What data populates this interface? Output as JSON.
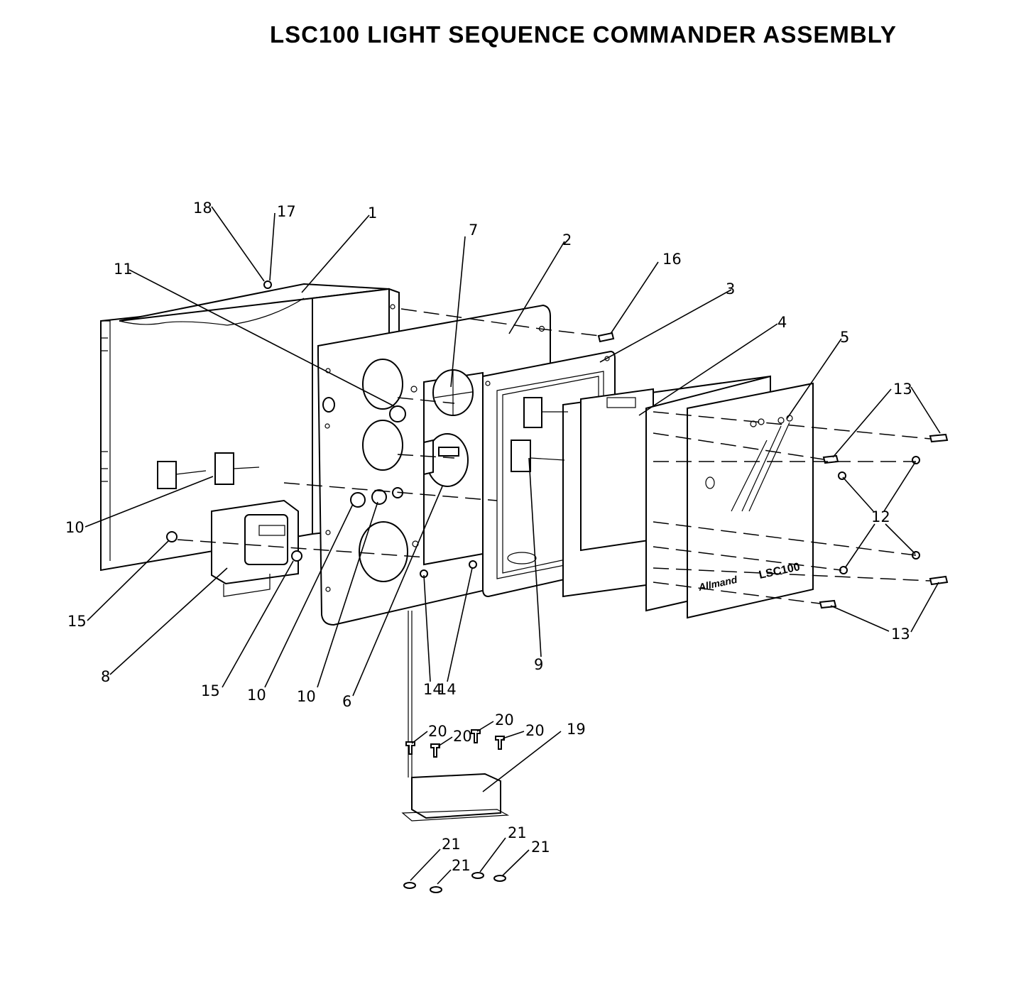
{
  "title": "LSC100 LIGHT SEQUENCE COMMANDER ASSEMBLY",
  "panel": {
    "model": "LSC100",
    "brand": "Allmand"
  },
  "callouts": {
    "c18": "18",
    "c17": "17",
    "c1": "1",
    "c11": "11",
    "c7": "7",
    "c2": "2",
    "c16": "16",
    "c3": "3",
    "c4": "4",
    "c5": "5",
    "c13a": "13",
    "c12": "12",
    "c13b": "13",
    "c10a": "10",
    "c15a": "15",
    "c8": "8",
    "c15b": "15",
    "c10b": "10",
    "c10c": "10",
    "c6": "6",
    "c14a": "14",
    "c14b": "14",
    "c9": "9",
    "c20a": "20",
    "c20b": "20",
    "c20c": "20",
    "c20d": "20",
    "c19": "19",
    "c21a": "21",
    "c21b": "21",
    "c21c": "21",
    "c21d": "21"
  }
}
